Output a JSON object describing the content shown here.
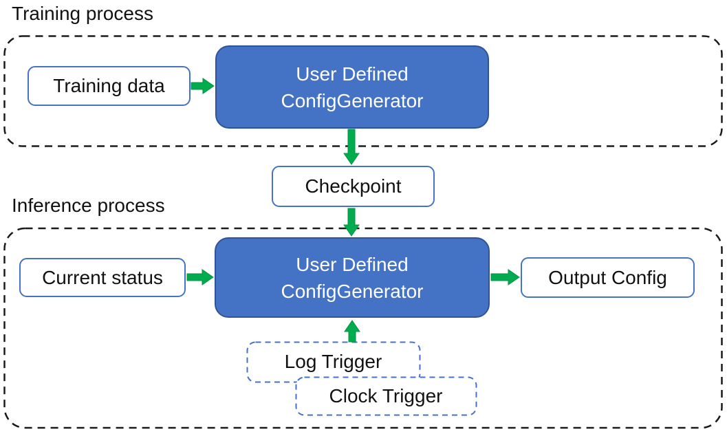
{
  "diagram": {
    "sections": {
      "training": {
        "label": "Training process"
      },
      "inference": {
        "label": "Inference process"
      }
    },
    "nodes": {
      "training_data": {
        "label": "Training data",
        "type": "input"
      },
      "training_generator": {
        "line1": "User Defined",
        "line2": "ConfigGenerator",
        "type": "process"
      },
      "checkpoint": {
        "label": "Checkpoint",
        "type": "artifact"
      },
      "current_status": {
        "label": "Current status",
        "type": "input"
      },
      "inference_generator": {
        "line1": "User Defined",
        "line2": "ConfigGenerator",
        "type": "process"
      },
      "output_config": {
        "label": "Output Config",
        "type": "output"
      },
      "log_trigger": {
        "label": "Log Trigger",
        "type": "trigger"
      },
      "clock_trigger": {
        "label": "Clock Trigger",
        "type": "trigger"
      }
    },
    "edges": [
      {
        "from": "training_data",
        "to": "training_generator"
      },
      {
        "from": "training_generator",
        "to": "checkpoint"
      },
      {
        "from": "checkpoint",
        "to": "inference_generator"
      },
      {
        "from": "current_status",
        "to": "inference_generator"
      },
      {
        "from": "inference_generator",
        "to": "output_config"
      },
      {
        "from": "log_trigger",
        "to": "inference_generator"
      }
    ],
    "colors": {
      "process_fill": "#4472C4",
      "process_border": "#2F5496",
      "io_border": "#4472C4",
      "trigger_border": "#4472C4",
      "arrow_green": "#00AC4E",
      "container_dash": "#1A1A1A",
      "text": "#111111",
      "process_text": "#FFFFFF"
    }
  }
}
